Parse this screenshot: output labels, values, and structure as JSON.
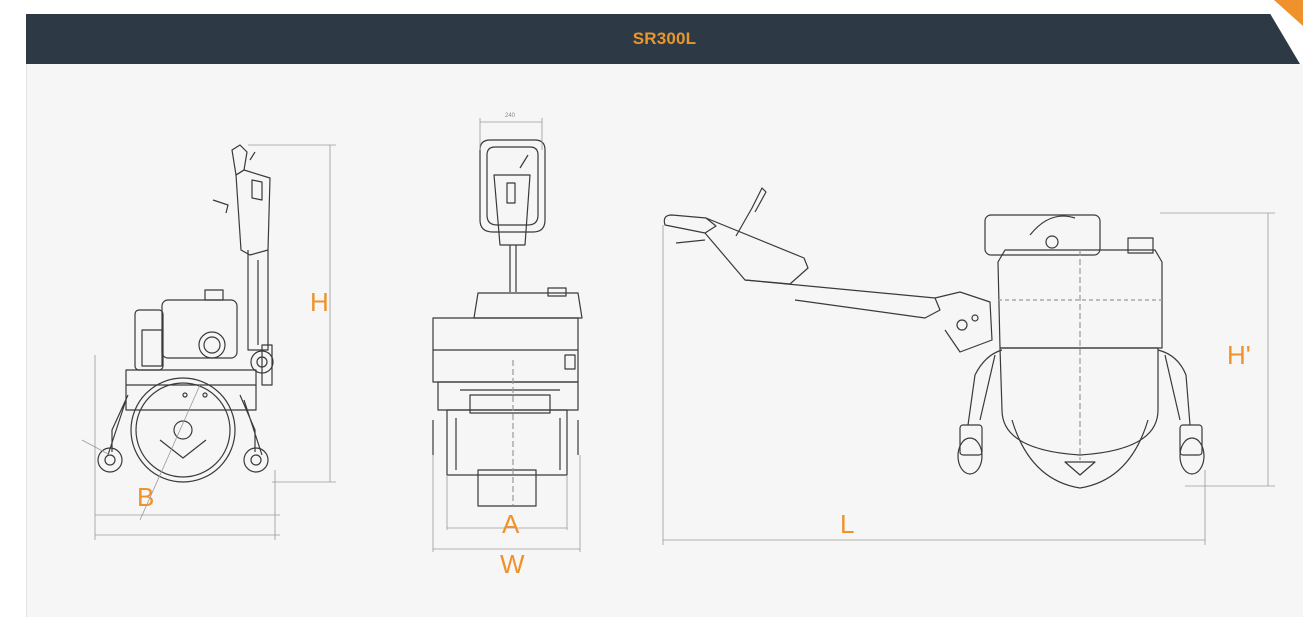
{
  "header": {
    "title": "SR300L"
  },
  "colors": {
    "header_bg": "#2d3a46",
    "title": "#e8962e",
    "accent": "#f0922b",
    "label": "#f0922b",
    "line": "#3a3a3a",
    "dim_line": "#9a9a9a",
    "panel_bg": "#f6f6f6"
  },
  "diagram": {
    "side_view": {
      "height_label": "H",
      "drum_label": "B"
    },
    "front_view": {
      "width_top_label": "240",
      "drum_width_label": "A",
      "overall_width_label": "W"
    },
    "top_view": {
      "height_label": "H'",
      "length_label": "L"
    }
  }
}
